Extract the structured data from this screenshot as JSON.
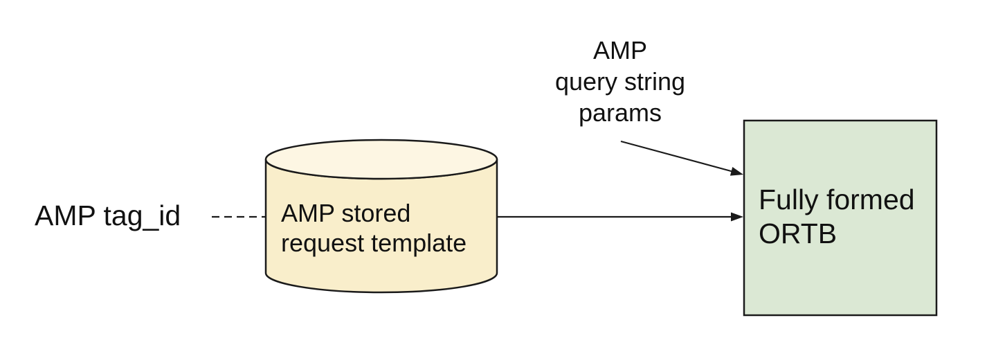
{
  "diagram": {
    "background_color": "#ffffff",
    "text_color": "#111111",
    "line_color": "#1a1a1a",
    "nodes": {
      "tag_id": {
        "type": "text",
        "label": "AMP tag_id"
      },
      "stored_request": {
        "type": "cylinder",
        "label": "AMP stored\nrequest template",
        "fill": "#f9eecb",
        "top_fill": "#fdf6e3"
      },
      "query_params": {
        "type": "text",
        "label": "AMP\nquery string\nparams"
      },
      "ortb": {
        "type": "rectangle",
        "label": "Fully formed\nORTB",
        "fill": "#dbe8d4"
      }
    },
    "edges": [
      {
        "from": "tag_id",
        "to": "stored_request",
        "style": "dashed",
        "arrowhead": "none"
      },
      {
        "from": "stored_request",
        "to": "ortb",
        "style": "solid",
        "arrowhead": "filled-triangle"
      },
      {
        "from": "query_params",
        "to": "ortb",
        "style": "solid",
        "arrowhead": "filled-triangle"
      }
    ]
  }
}
